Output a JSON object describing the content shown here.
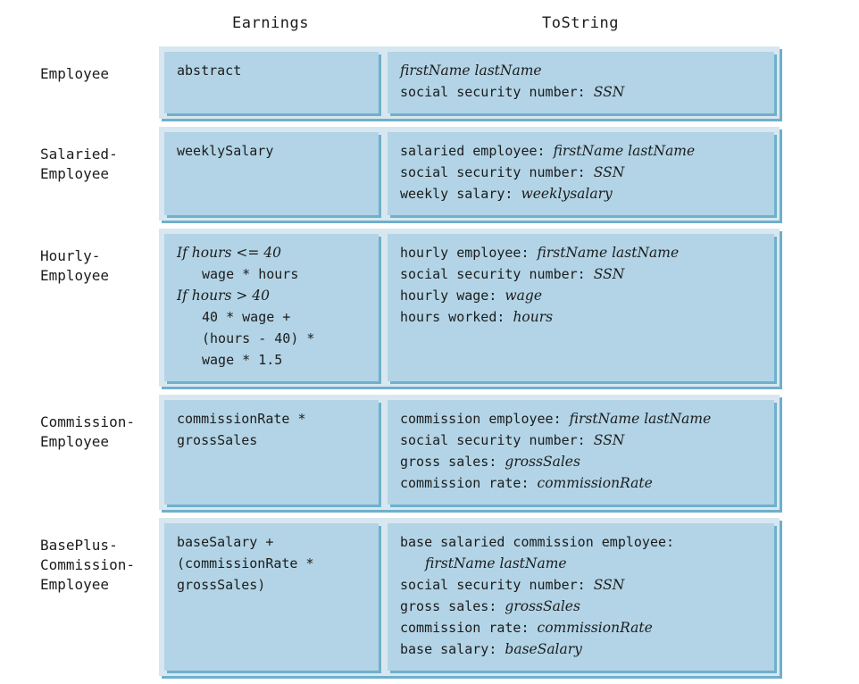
{
  "headers": {
    "row_label_column": "",
    "earnings": "Earnings",
    "tostring": "ToString"
  },
  "colors": {
    "cell_fill": "#b2d4e6",
    "outer_frame": "#d8e7ef",
    "shadow_edge": "#6fb0cc",
    "text": "#1c1c1c",
    "page_background": "#ffffff"
  },
  "rows": [
    {
      "label": "Employee",
      "earnings": [
        {
          "text": "abstract",
          "style": "mono",
          "indent": false
        }
      ],
      "tostring": [
        {
          "text": "firstName lastName",
          "style": "italic",
          "indent": false
        },
        {
          "segments": [
            {
              "text": "social security number: ",
              "style": "mono"
            },
            {
              "text": "SSN",
              "style": "italic"
            }
          ],
          "indent": false
        }
      ]
    },
    {
      "label": "Salaried-\nEmployee",
      "earnings": [
        {
          "text": "weeklySalary",
          "style": "mono",
          "indent": false
        }
      ],
      "tostring": [
        {
          "segments": [
            {
              "text": "salaried employee: ",
              "style": "mono"
            },
            {
              "text": "firstName lastName",
              "style": "italic"
            }
          ],
          "indent": false
        },
        {
          "segments": [
            {
              "text": "social security number: ",
              "style": "mono"
            },
            {
              "text": "SSN",
              "style": "italic"
            }
          ],
          "indent": false
        },
        {
          "segments": [
            {
              "text": "weekly salary: ",
              "style": "mono"
            },
            {
              "text": "weeklysalary",
              "style": "italic"
            }
          ],
          "indent": false
        }
      ]
    },
    {
      "label": "Hourly-\nEmployee",
      "earnings": [
        {
          "text": "If hours <= 40",
          "style": "italic",
          "indent": false
        },
        {
          "text": "wage * hours",
          "style": "mono",
          "indent": true
        },
        {
          "text": "If hours > 40",
          "style": "italic",
          "indent": false
        },
        {
          "text": "40 * wage +",
          "style": "mono",
          "indent": true
        },
        {
          "text": "(hours - 40) *",
          "style": "mono",
          "indent": true
        },
        {
          "text": "wage * 1.5",
          "style": "mono",
          "indent": true
        }
      ],
      "tostring": [
        {
          "segments": [
            {
              "text": "hourly employee: ",
              "style": "mono"
            },
            {
              "text": "firstName lastName",
              "style": "italic"
            }
          ],
          "indent": false
        },
        {
          "segments": [
            {
              "text": "social security number: ",
              "style": "mono"
            },
            {
              "text": "SSN",
              "style": "italic"
            }
          ],
          "indent": false
        },
        {
          "segments": [
            {
              "text": "hourly wage: ",
              "style": "mono"
            },
            {
              "text": "wage",
              "style": "italic"
            }
          ],
          "indent": false
        },
        {
          "segments": [
            {
              "text": "hours worked: ",
              "style": "mono"
            },
            {
              "text": "hours",
              "style": "italic"
            }
          ],
          "indent": false
        }
      ]
    },
    {
      "label": "Commission-\nEmployee",
      "earnings": [
        {
          "text": "commissionRate *",
          "style": "mono",
          "indent": false
        },
        {
          "text": "grossSales",
          "style": "mono",
          "indent": false
        }
      ],
      "tostring": [
        {
          "segments": [
            {
              "text": "commission employee: ",
              "style": "mono"
            },
            {
              "text": "firstName lastName",
              "style": "italic"
            }
          ],
          "indent": false
        },
        {
          "segments": [
            {
              "text": "social security number: ",
              "style": "mono"
            },
            {
              "text": "SSN",
              "style": "italic"
            }
          ],
          "indent": false
        },
        {
          "segments": [
            {
              "text": "gross sales: ",
              "style": "mono"
            },
            {
              "text": "grossSales",
              "style": "italic"
            }
          ],
          "indent": false
        },
        {
          "segments": [
            {
              "text": "commission rate: ",
              "style": "mono"
            },
            {
              "text": "commissionRate",
              "style": "italic"
            }
          ],
          "indent": false
        }
      ]
    },
    {
      "label": "BasePlus-\nCommission-\nEmployee",
      "earnings": [
        {
          "text": "baseSalary +",
          "style": "mono",
          "indent": false
        },
        {
          "text": "(commissionRate *",
          "style": "mono",
          "indent": false
        },
        {
          "text": "grossSales)",
          "style": "mono",
          "indent": false
        }
      ],
      "tostring": [
        {
          "text": "base salaried commission employee:",
          "style": "mono",
          "indent": false
        },
        {
          "text": "firstName lastName",
          "style": "italic",
          "indent": true
        },
        {
          "segments": [
            {
              "text": "social security number: ",
              "style": "mono"
            },
            {
              "text": "SSN",
              "style": "italic"
            }
          ],
          "indent": false
        },
        {
          "segments": [
            {
              "text": "gross sales: ",
              "style": "mono"
            },
            {
              "text": "grossSales",
              "style": "italic"
            }
          ],
          "indent": false
        },
        {
          "segments": [
            {
              "text": "commission rate: ",
              "style": "mono"
            },
            {
              "text": "commissionRate",
              "style": "italic"
            }
          ],
          "indent": false
        },
        {
          "segments": [
            {
              "text": "base salary: ",
              "style": "mono"
            },
            {
              "text": "baseSalary",
              "style": "italic"
            }
          ],
          "indent": false
        }
      ]
    }
  ]
}
